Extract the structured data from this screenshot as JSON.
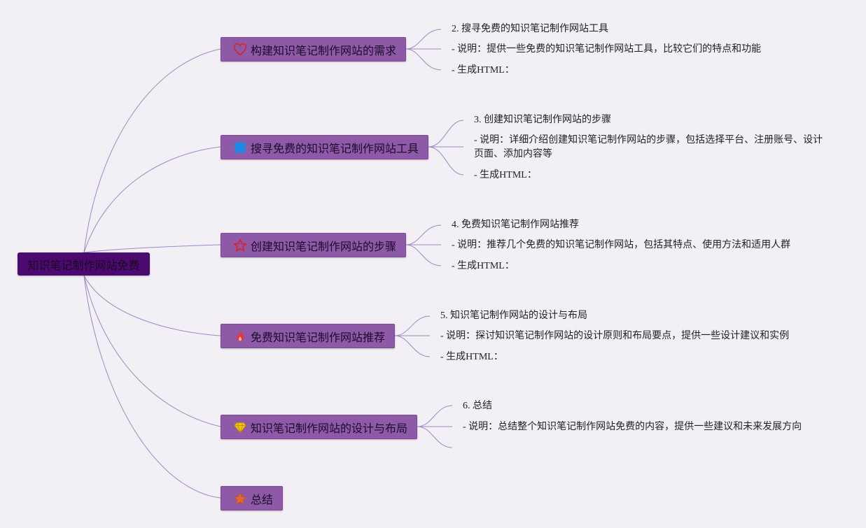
{
  "root": {
    "label": "知识笔记制作网站免费"
  },
  "branches": [
    {
      "label": "构建知识笔记制作网站的需求",
      "icon": "heart-icon",
      "color": "#d9232b",
      "children": [
        "2. 搜寻免费的知识笔记制作网站工具",
        "- 说明：提供一些免费的知识笔记制作网站工具，比较它们的特点和功能",
        "- 生成HTML："
      ]
    },
    {
      "label": "搜寻免费的知识笔记制作网站工具",
      "icon": "blue-square-icon",
      "color": "#1e88e5",
      "children": [
        "3. 创建知识笔记制作网站的步骤",
        "- 说明：详细介绍创建知识笔记制作网站的步骤，包括选择平台、注册账号、设计页面、添加内容等",
        "- 生成HTML："
      ]
    },
    {
      "label": "创建知识笔记制作网站的步骤",
      "icon": "star-outline-icon",
      "color": "#d9232b",
      "children": [
        "4. 免费知识笔记制作网站推荐",
        "- 说明：推荐几个免费的知识笔记制作网站，包括其特点、使用方法和适用人群",
        "- 生成HTML："
      ]
    },
    {
      "label": "免费知识笔记制作网站推荐",
      "icon": "fire-icon",
      "color": "#e53935",
      "children": [
        "5. 知识笔记制作网站的设计与布局",
        "- 说明：探讨知识笔记制作网站的设计原则和布局要点，提供一些设计建议和实例",
        "- 生成HTML："
      ]
    },
    {
      "label": "知识笔记制作网站的设计与布局",
      "icon": "diamond-icon",
      "color": "#f2c318",
      "children": [
        "6. 总结",
        "- 说明：总结整个知识笔记制作网站免费的内容，提供一些建议和未来发展方向",
        ""
      ]
    },
    {
      "label": "总结",
      "icon": "star-filled-icon",
      "color": "#e8672a",
      "children": []
    }
  ],
  "colors": {
    "line": "#9b8ac4",
    "branch_fill": "#8e5aa8",
    "root_fill": "#4a0a6e",
    "background": "#f2f0f4"
  }
}
